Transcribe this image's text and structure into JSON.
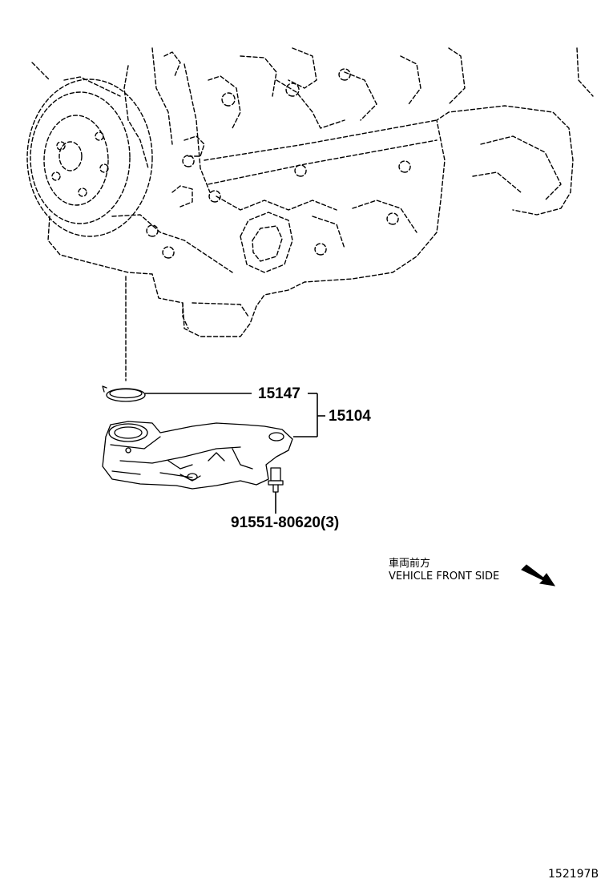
{
  "parts": {
    "gasket": {
      "number": "15147"
    },
    "assembly": {
      "number": "15104"
    },
    "bolt": {
      "number": "91551-80620(3)"
    }
  },
  "direction": {
    "japanese": "車両前方",
    "english": "VEHICLE FRONT SIDE",
    "icon": "arrow-down-right-icon"
  },
  "drawing_id": "152197B"
}
